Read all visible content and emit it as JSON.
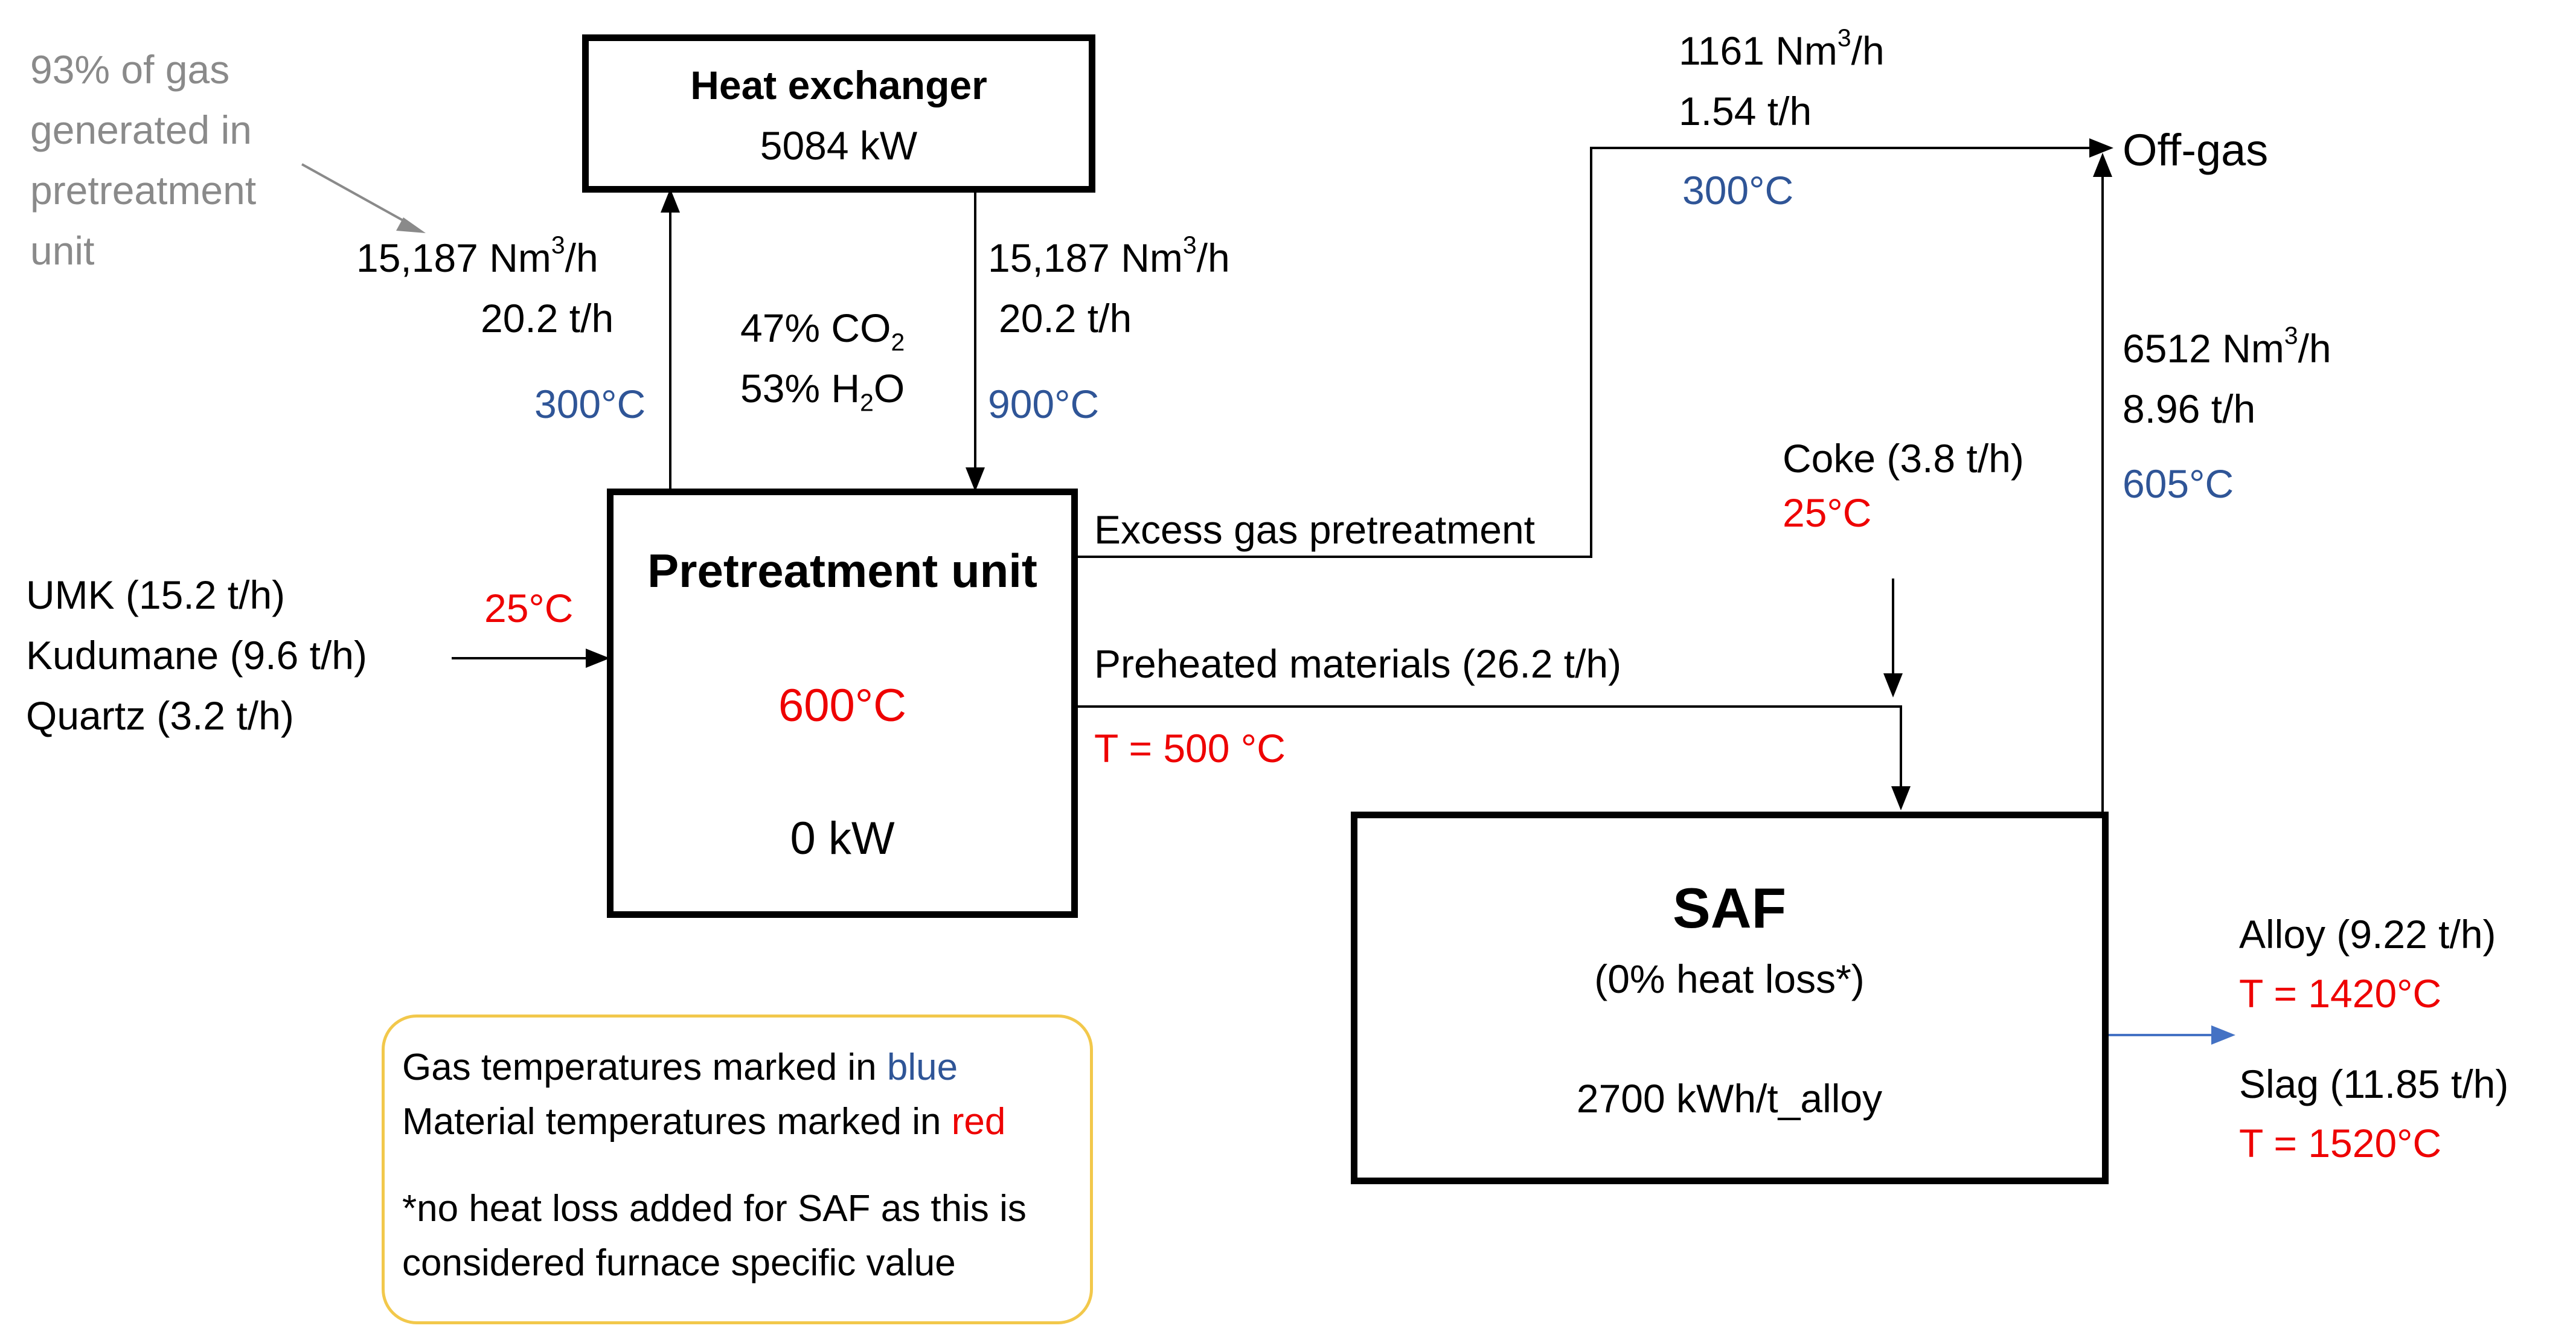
{
  "heat_exchanger": {
    "title": "Heat exchanger",
    "power": "5084 kW"
  },
  "pretreatment": {
    "title": "Pretreatment unit",
    "temp": "600°C",
    "power": "0 kW"
  },
  "saf": {
    "title": "SAF",
    "note": "(0% heat loss*)",
    "energy": "2700 kWh/t_alloy"
  },
  "gray_note": [
    "93% of gas",
    "generated in",
    "pretreatment",
    "unit"
  ],
  "gas_out": {
    "flow_num": "15,187 Nm",
    "flow_exp": "3",
    "flow_unit": "/h",
    "mass": "20.2 t/h",
    "temp": "300°C"
  },
  "gas_in": {
    "flow_num": "15,187 Nm",
    "flow_exp": "3",
    "flow_unit": "/h",
    "mass": "20.2 t/h",
    "temp": "900°C"
  },
  "composition": {
    "co2_pre": "47% CO",
    "co2_sub": "2",
    "h2o_pre": "53% H",
    "h2o_sub": "2",
    "h2o_post": "O"
  },
  "offgas_top": {
    "flow_num": "1161 Nm",
    "flow_exp": "3",
    "flow_unit": "/h",
    "mass": "1.54 t/h",
    "temp": "300°C"
  },
  "offgas_label": "Off-gas",
  "saf_gas": {
    "flow_num": "6512 Nm",
    "flow_exp": "3",
    "flow_unit": "/h",
    "mass": "8.96 t/h",
    "temp": "605°C"
  },
  "coke": {
    "label": "Coke (3.8 t/h)",
    "temp": "25°C"
  },
  "excess_gas_label": "Excess gas pretreatment",
  "preheated": {
    "label": "Preheated materials (26.2 t/h)",
    "temp": "T = 500 °C"
  },
  "inputs": {
    "lines": [
      "UMK (15.2 t/h)",
      "Kudumane (9.6 t/h)",
      "Quartz (3.2 t/h)"
    ],
    "temp": "25°C"
  },
  "outputs": {
    "alloy": "Alloy (9.22  t/h)",
    "alloy_temp": "T = 1420°C",
    "slag": "Slag (11.85 t/h)",
    "slag_temp": "T = 1520°C"
  },
  "legend": {
    "line1_pre": "Gas temperatures marked in ",
    "line1_word": "blue",
    "line2_pre": "Material temperatures marked in ",
    "line2_word": "red",
    "note1": "*no heat loss added for SAF as this is",
    "note2": "considered furnace specific value"
  },
  "colors": {
    "blue": "#2f5597",
    "red": "#ee0000",
    "gray": "#8a8a8a",
    "legend_border": "#f2c84b",
    "output_arrow": "#4472c4"
  }
}
